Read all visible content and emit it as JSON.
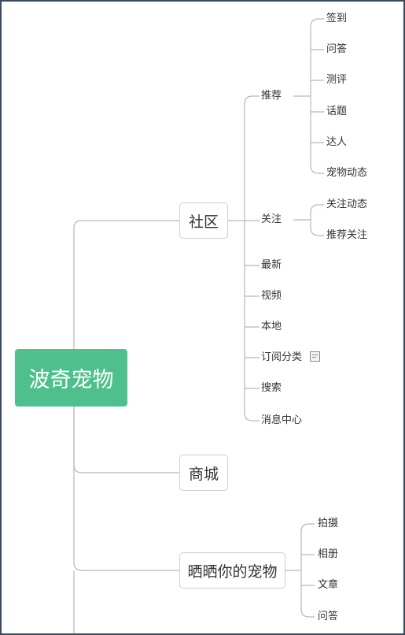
{
  "mindmap": {
    "root": "波奇宠物",
    "community": {
      "label": "社区",
      "recommend": {
        "label": "推荐",
        "children": [
          "签到",
          "问答",
          "测评",
          "话题",
          "达人",
          "宠物动态"
        ]
      },
      "follow": {
        "label": "关注",
        "children": [
          "关注动态",
          "推荐关注"
        ]
      },
      "others": [
        "最新",
        "视频",
        "本地",
        "订阅分类",
        "搜索",
        "消息中心"
      ]
    },
    "mall": {
      "label": "商城"
    },
    "show_pet": {
      "label": "晒晒你的宠物",
      "children": [
        "拍摄",
        "相册",
        "文章",
        "问答"
      ]
    },
    "icons": {
      "subscribe_note": "note-icon"
    },
    "colors": {
      "root_bg": "#4fc08d",
      "line": "#b7b7b7",
      "frame": "#3d4a5c"
    }
  }
}
